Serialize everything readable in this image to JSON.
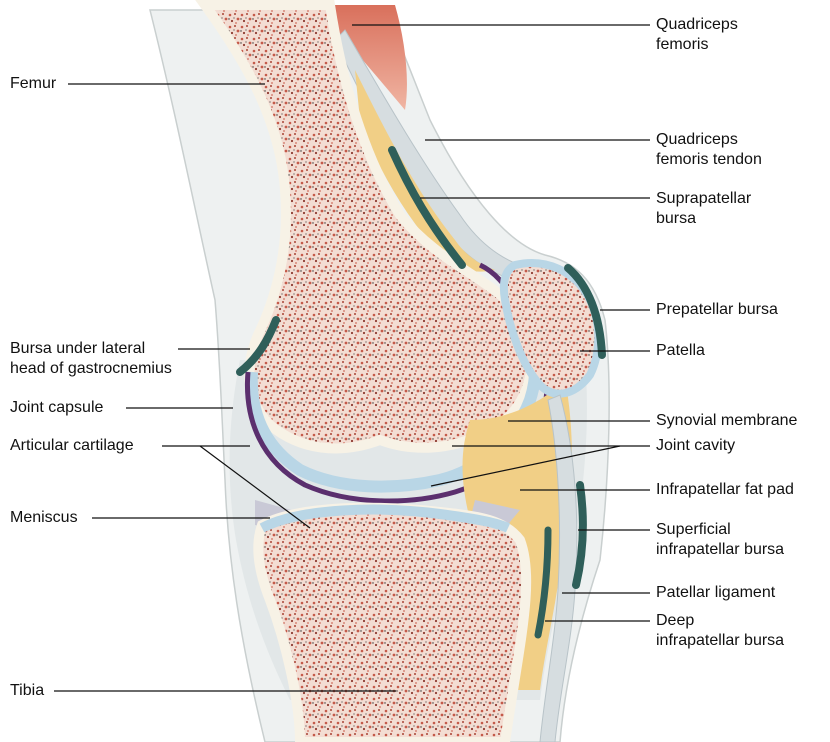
{
  "diagram": {
    "colors": {
      "bone": "#f7f2e6",
      "bone_speckle": "#c45a4a",
      "cartilage": "#b9d6e6",
      "synovial": "#5b2f6e",
      "fat": "#f1cf86",
      "bursa": "#2f5f5a",
      "capsule": "#dfe5e6",
      "muscle": "#d9705c",
      "tendon": "#d6dde0"
    },
    "labels": {
      "femur": "Femur",
      "quadriceps_femoris": [
        "Quadriceps",
        "femoris"
      ],
      "quadriceps_tendon": [
        "Quadriceps",
        "femoris tendon"
      ],
      "suprapatellar_bursa": [
        "Suprapatellar",
        "bursa"
      ],
      "prepatellar_bursa": "Prepatellar bursa",
      "patella": "Patella",
      "bursa_gastrocnemius": [
        "Bursa under lateral",
        "head of gastrocnemius"
      ],
      "joint_capsule": "Joint capsule",
      "synovial_membrane": "Synovial membrane",
      "articular_cartilage": "Articular cartilage",
      "joint_cavity": "Joint cavity",
      "infrapatellar_fat_pad": "Infrapatellar fat pad",
      "meniscus": "Meniscus",
      "superficial_infrapatellar_bursa": [
        "Superficial",
        "infrapatellar bursa"
      ],
      "patellar_ligament": "Patellar ligament",
      "deep_infrapatellar_bursa": [
        "Deep",
        "infrapatellar bursa"
      ],
      "tibia": "Tibia"
    }
  }
}
